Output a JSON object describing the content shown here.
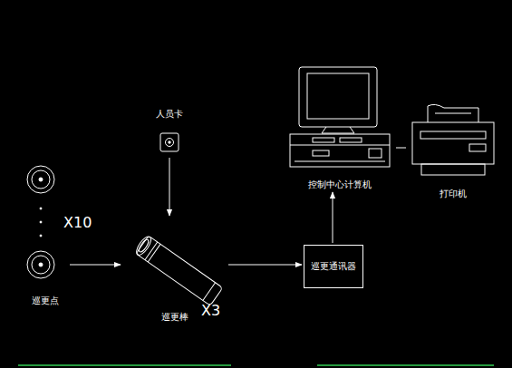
{
  "diagram": {
    "nodes": [
      {
        "text": [
          "巡更点"
        ]
      },
      {
        "text": [
          "人员卡"
        ]
      },
      {
        "text": [
          "巡更棒"
        ]
      },
      {
        "text": [
          "巡更通讯器"
        ]
      },
      {
        "text": [
          "控制中心计算机"
        ]
      },
      {
        "text": [
          "打印机"
        ]
      }
    ],
    "edges": [
      {
        "from": 0,
        "to": 2,
        "arrow": "to"
      },
      {
        "from": 1,
        "to": 2,
        "arrow": "to"
      },
      {
        "from": 2,
        "to": 3,
        "arrow": "to"
      },
      {
        "from": 3,
        "to": 4,
        "arrow": "to"
      },
      {
        "from": 4,
        "to": 5,
        "arrow": "none"
      }
    ],
    "labels": [
      "X10",
      "X3"
    ]
  }
}
